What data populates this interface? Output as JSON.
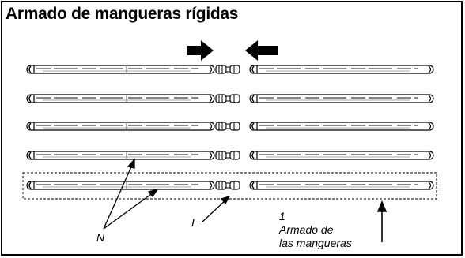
{
  "title": "Armado de mangueras rígidas",
  "labels": {
    "n": "N",
    "i": "I",
    "step_number": "1",
    "step_text_line1": "Armado de",
    "step_text_line2": "las mangueras"
  },
  "hose_rows": 5,
  "highlighted_row": 5
}
